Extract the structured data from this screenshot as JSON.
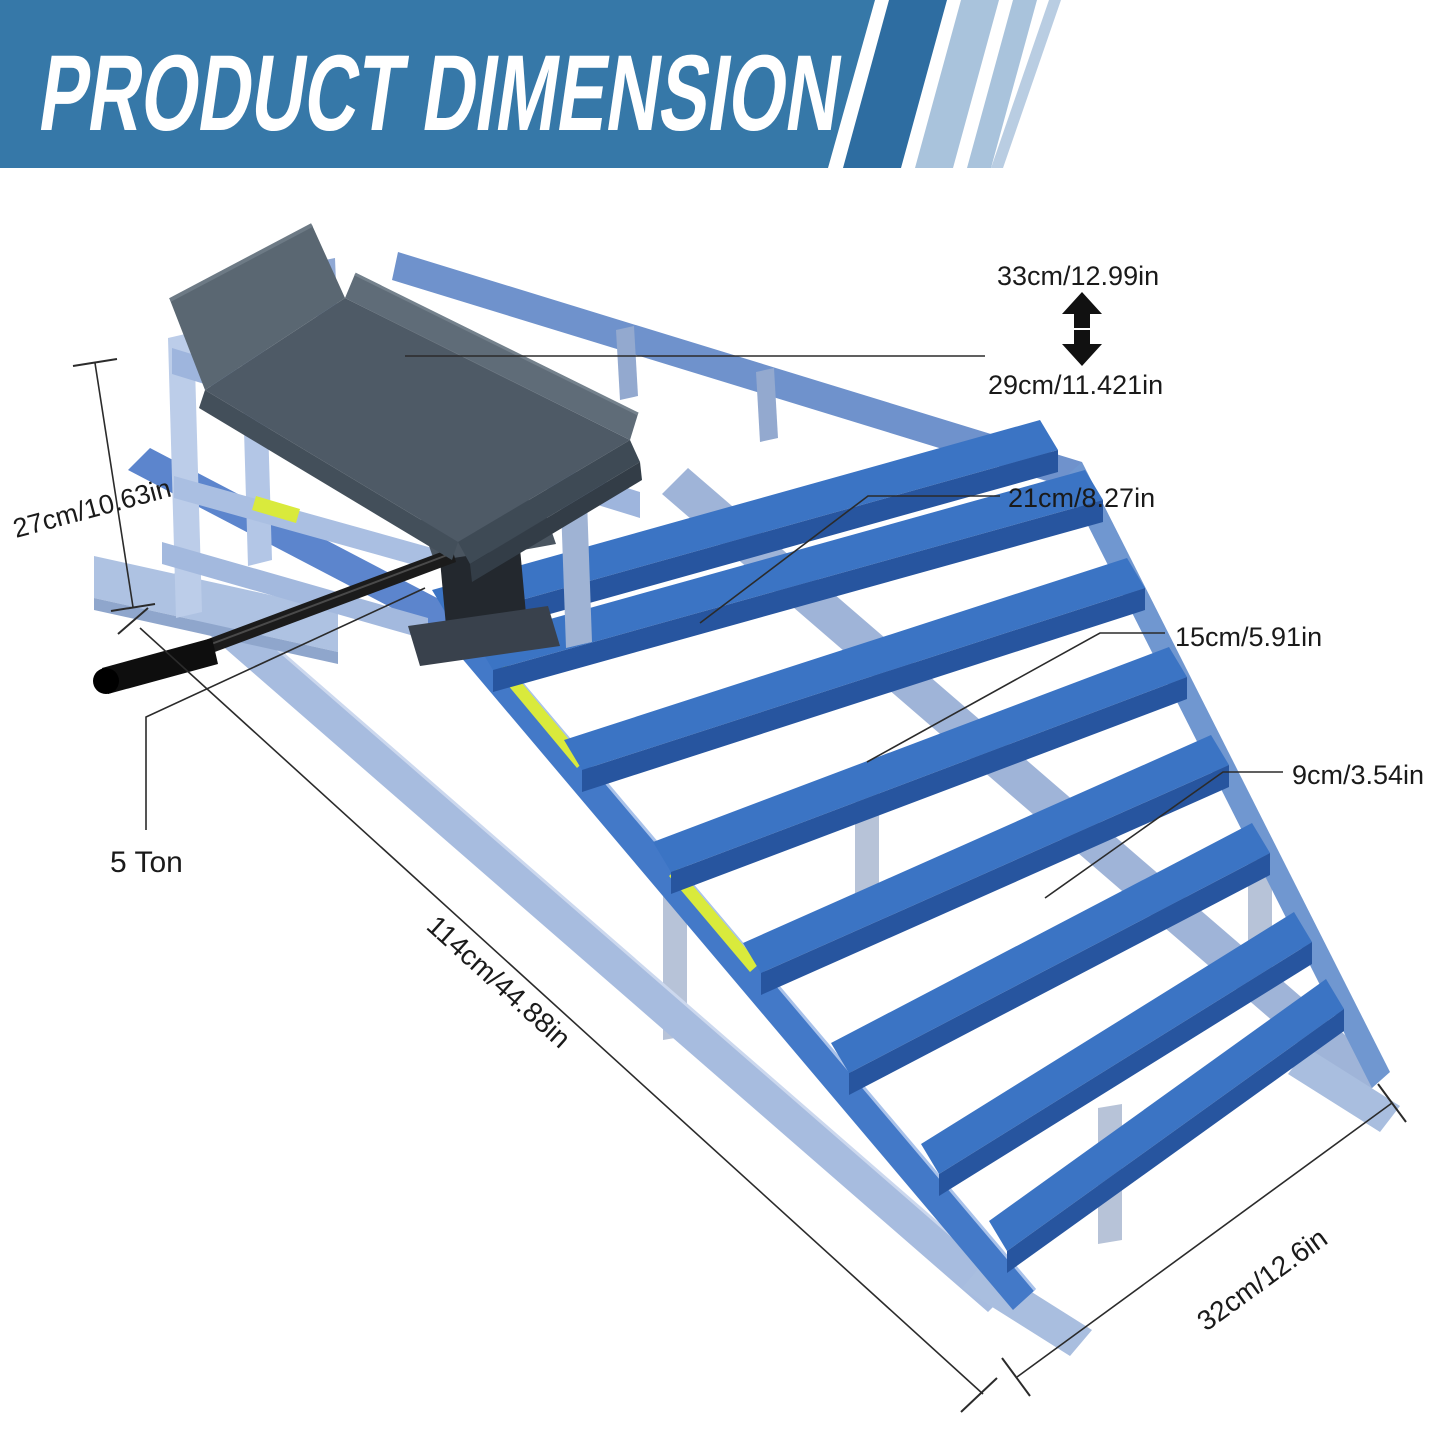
{
  "header": {
    "title": "PRODUCT DIMENSION"
  },
  "colors": {
    "banner_blue": "#3678a8",
    "stripe_dark": "#2e6da1",
    "stripe_light": "#a9c3dc",
    "ramp_blue": "#3b74c4",
    "ramp_blue_dark": "#27559f",
    "frame_steel_blue": "#aabfe2",
    "base_steel_blue": "#a7bcdf",
    "sticker_yellow": "#d9ea3c",
    "tray_gray": "#4e5a66",
    "handle_black": "#1b1b1b",
    "text_dark": "#1a1a1a"
  },
  "dimensions": {
    "platform_height_max": "33cm/12.99in",
    "platform_height_min": "29cm/11.421in",
    "frame_height": "27cm/10.63in",
    "ramp_top_width": "21cm/8.27in",
    "rung_spacing": "15cm/5.91in",
    "rung_width": "9cm/3.54in",
    "capacity": "5 Ton",
    "total_length": "114cm/44.88in",
    "base_width": "32cm/12.6in"
  }
}
